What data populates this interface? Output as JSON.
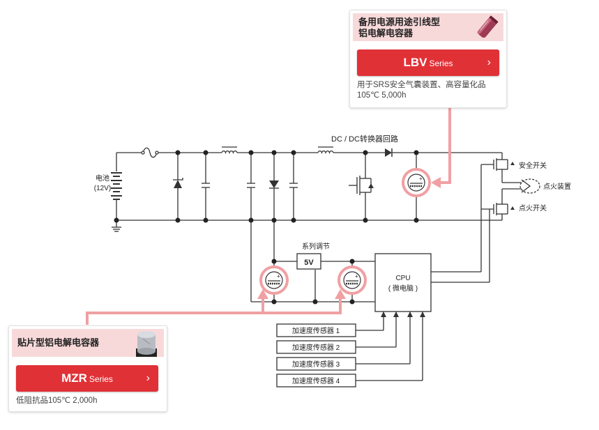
{
  "diagram": {
    "battery_label_line1": "电池",
    "battery_label_line2": "(12V)",
    "dcdc_label": "DC / DC转换器回路",
    "regulator_label": "系列调节",
    "regulator_value": "5V",
    "cpu_label_line1": "CPU",
    "cpu_label_line2": "( 微电脑 )",
    "safety_switch_label": "安全开关",
    "igniter_label": "点火装置",
    "ignition_switch_label": "点火开关",
    "sensors": [
      "加速度传感器 1",
      "加速度传感器 2",
      "加速度传感器 3",
      "加速度传感器 4"
    ]
  },
  "cards": {
    "lbv": {
      "title_line1": "备用电源用途引线型",
      "title_line2": "铝电解电容器",
      "series_code": "LBV",
      "series_word": "Series",
      "desc_line1": "用于SRS安全气囊装置、高容量化品",
      "desc_line2": "105℃ 5,000h",
      "chevron": "›"
    },
    "mzr": {
      "title": "贴片型铝电解电容器",
      "series_code": "MZR",
      "series_word": "Series",
      "desc": "低阻抗品105℃ 2,000h",
      "chevron": "›"
    }
  },
  "colors": {
    "accent": "#e03137",
    "highlight": "#f0a0a3",
    "card_header": "#f8d9da",
    "wire": "#333333"
  }
}
